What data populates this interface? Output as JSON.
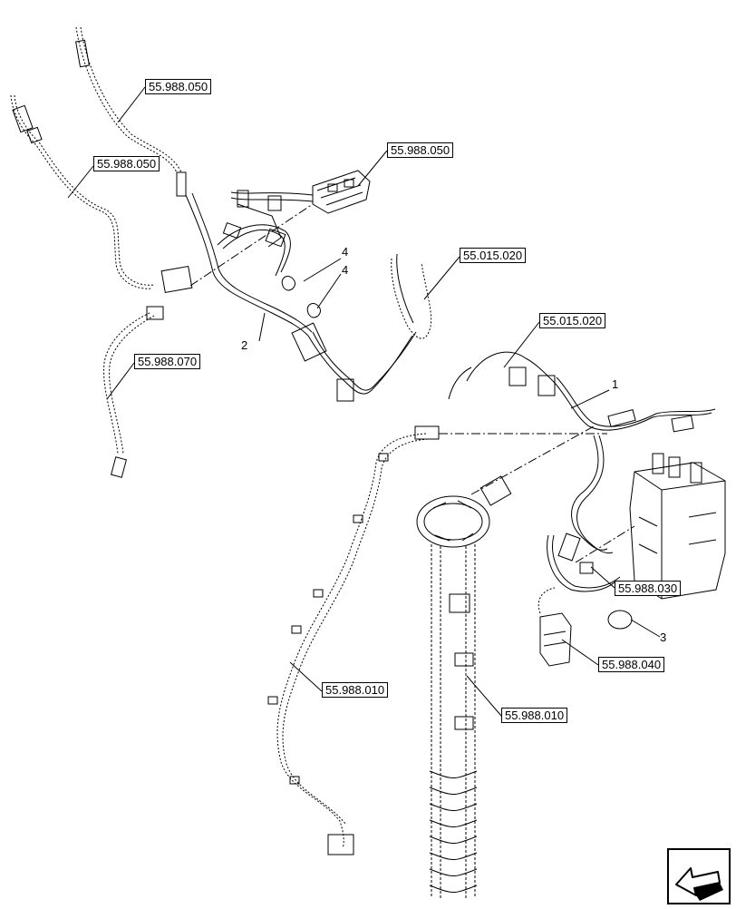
{
  "diagram": {
    "reference_labels": [
      {
        "id": "ref-a",
        "text": "55.988.050"
      },
      {
        "id": "ref-b",
        "text": "55.988.050"
      },
      {
        "id": "ref-c",
        "text": "55.988.050"
      },
      {
        "id": "ref-d",
        "text": "55.015.020"
      },
      {
        "id": "ref-e",
        "text": "55.015.020"
      },
      {
        "id": "ref-f",
        "text": "55.988.070"
      },
      {
        "id": "ref-g",
        "text": "55.988.030"
      },
      {
        "id": "ref-h",
        "text": "55.988.040"
      },
      {
        "id": "ref-i",
        "text": "55.988.010"
      },
      {
        "id": "ref-j",
        "text": "55.988.010"
      }
    ],
    "item_numbers": [
      "1",
      "2",
      "3",
      "4",
      "4"
    ]
  },
  "navigation": {
    "icon": "previous-page-arrow-icon"
  }
}
